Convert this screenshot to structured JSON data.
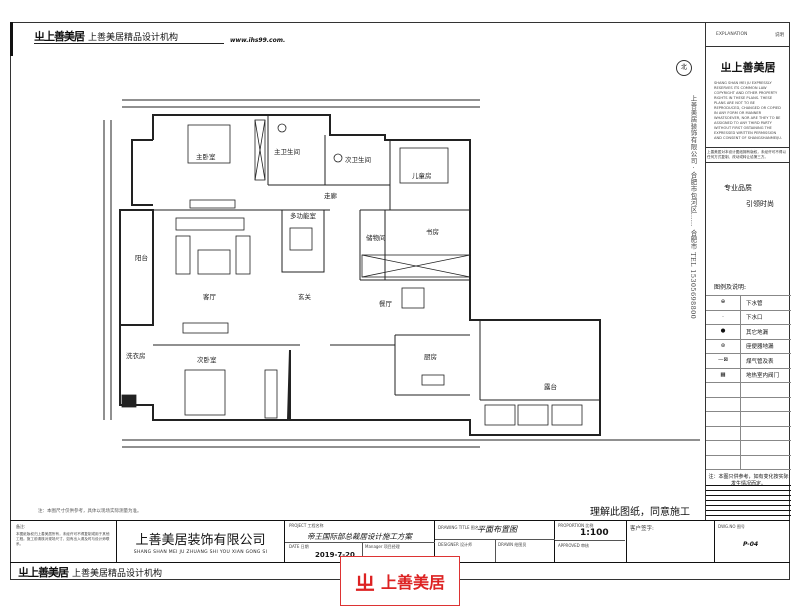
{
  "header": {
    "logo_mark": "ㄓ上善美居",
    "org_name": "上善美居精品设计机构",
    "url": "www.ihs99.com."
  },
  "compass": {
    "label": "北"
  },
  "side_text": "上善美居装饰有限公司 · 合肥市包河区……    合肥市    TEL 15305698800",
  "rooms": {
    "master_bedroom": "主卧室",
    "master_bath": "主卫生间",
    "second_bath": "次卫生间",
    "kids_room": "儿童房",
    "corridor": "走廊",
    "multi_room": "多功能室",
    "storage": "储物间",
    "study": "书房",
    "balcony": "阳台",
    "living_room": "客厅",
    "foyer": "玄关",
    "dining_room": "餐厅",
    "laundry": "洗衣房",
    "second_bedroom": "次卧室",
    "kitchen": "厨房",
    "terrace": "露台"
  },
  "right_panel": {
    "explanation": "EXPLANATION",
    "explanation_cn": "说明",
    "logo": "ㄓ上善美居",
    "english_notice": "SHANG SHAN MEI JU EXPRESSLY RESERVES ITS COMMON LAW COPYRIGHT AND OTHER PROPERTY RIGHTS IN THESE PLANS. THESE PLANS ARE NOT TO BE REPRODUCED, CHANGED OR COPIED IN ANY FORM OR MANNER WHATSOEVER, NOR ARE THEY TO BE ASSIGNED TO ANY THIRD PARTY WITHOUT FIRST OBTAINING THE EXPRESSED WRITTEN PERMISSION AND CONSENT OF SHANGSHANMEIJU.",
    "cn_notice": "上善美居对本设计图纸拥有版权，未经许可不得以任何方式复制、改动或转让给第三方。",
    "slogan1": "专业品质",
    "slogan2": "引领时尚",
    "legend_title": "图例及说明:",
    "legend": [
      {
        "symbol": "⊕",
        "label": "下水管"
      },
      {
        "symbol": "·",
        "label": "下水口"
      },
      {
        "symbol": "●",
        "label": "其它地漏"
      },
      {
        "symbol": "⊛",
        "label": "座便器地漏"
      },
      {
        "symbol": "—⊠",
        "label": "煤气管及表"
      },
      {
        "symbol": "▦",
        "label": "地热室内阀门"
      }
    ],
    "legend_note": "注：本图只供参考，如有变化按实际发生情况而定。"
  },
  "notes": {
    "small_note": "注：本图尺寸仅供参考，具体以现场实际测量为准。",
    "agreement": "理解此图纸，同意施工"
  },
  "title_block": {
    "remarks_label": "备注:",
    "remarks_text": "本图纸版权归上善美居所有，未经许可不得复制或用于其他工程。施工前请核对现场尺寸，如有出入请及时与设计师联系。",
    "company_cn": "上善美居装饰有限公司",
    "company_en": "SHANG SHAN MEI JU ZHUANG SHI YOU XIAN GONG SI",
    "project_label": "PROJECT 工程名称",
    "project_name": "帝王国际部总裁居设计施工方案",
    "date_label": "DATE 日期",
    "date": "2019-7-20",
    "manager_label": "Manager 项目经理",
    "drawing_title_label": "DRAWING TITLE 图名",
    "drawing_title": "平面布置图",
    "designer_label": "DESIGNER 设计师",
    "drawn_label": "DRAWN 绘图员",
    "scale_label": "PROPORTION 比例",
    "scale": "1:100",
    "approved_label": "APPROVED 审核",
    "client_sign_label": "客户签字:",
    "drawing_no_label": "DWG.NO 图号",
    "drawing_no": "P-04"
  },
  "footer": {
    "logo_mark": "ㄓ上善美居",
    "org_name": "上善美居精品设计机构"
  },
  "stamp": {
    "mark": "ㄓ",
    "text": "上善美居"
  },
  "colors": {
    "stamp_red": "#d22222",
    "line": "#222222"
  }
}
